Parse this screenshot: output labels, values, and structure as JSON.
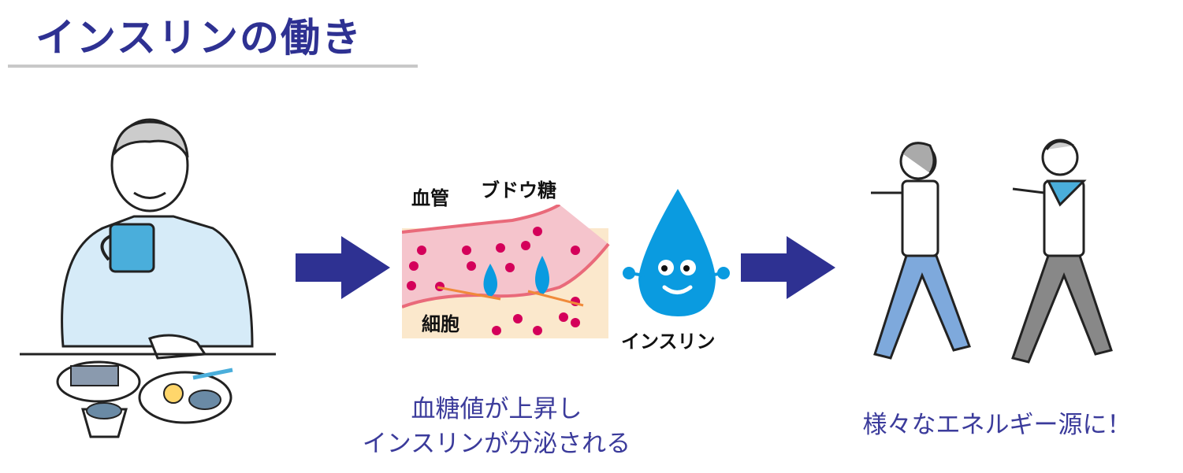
{
  "title": "インスリンの働き",
  "diagram": {
    "blood_vessel_label": "血管",
    "glucose_label": "ブドウ糖",
    "cell_label": "細胞",
    "insulin_label": "インスリン"
  },
  "captions": {
    "middle_line1": "血糖値が上昇し",
    "middle_line2": "インスリンが分泌される",
    "right": "様々なエネルギー源に！"
  },
  "colors": {
    "title": "#2e3192",
    "arrow": "#2e3192",
    "caption": "#3b3b9b",
    "insulin": "#0a9be0",
    "glucose": "#d4005a",
    "vessel": "#f5c4cc",
    "cell": "#fbe8cc"
  }
}
